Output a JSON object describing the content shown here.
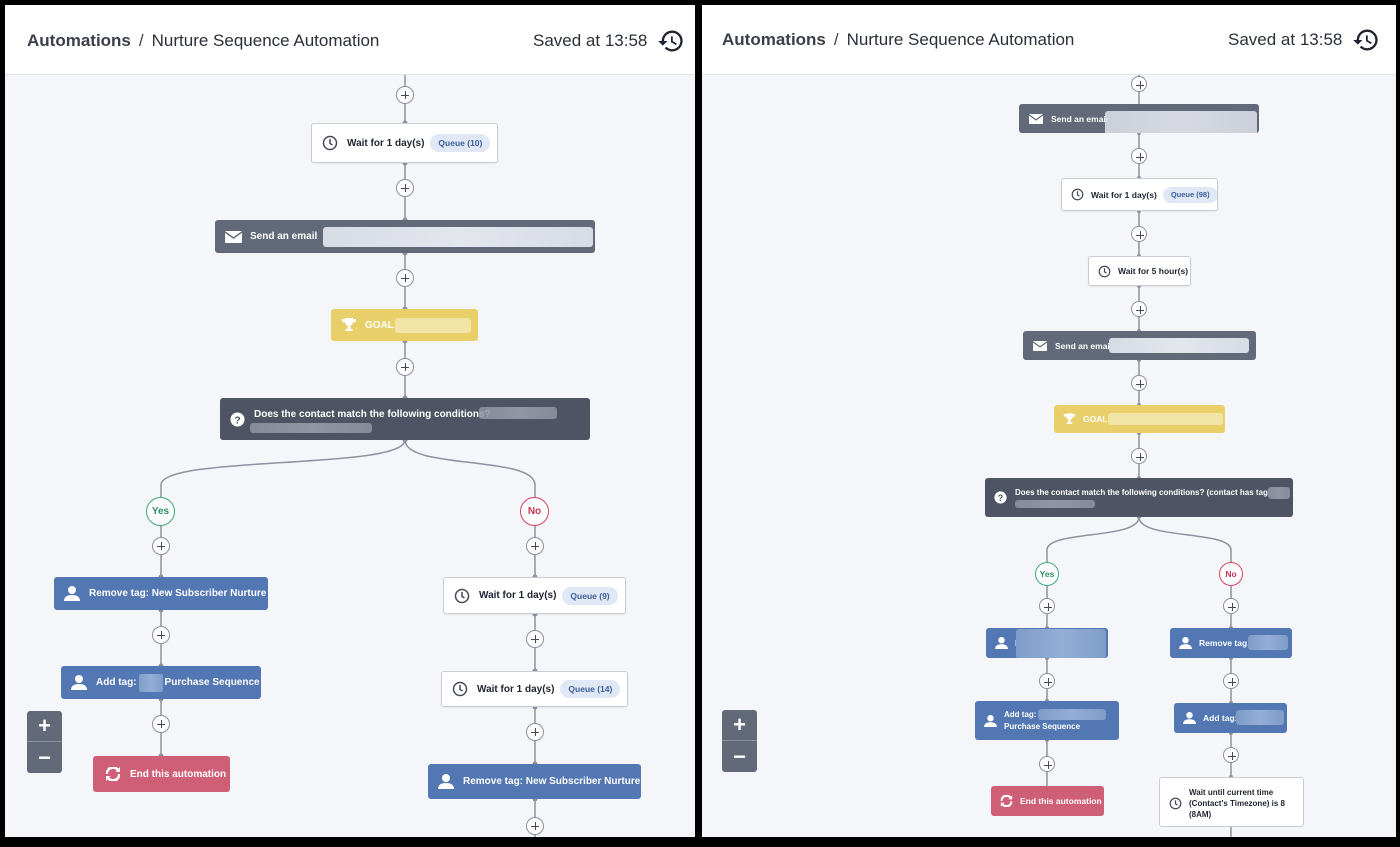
{
  "header": {
    "breadcrumb_root": "Automations",
    "breadcrumb_separator": "/",
    "breadcrumb_current": "Nurture Sequence Automation",
    "saved_text": "Saved at 13:58",
    "history_icon": "history-icon"
  },
  "zoom": {
    "in_label": "+",
    "out_label": "−"
  },
  "left": {
    "wait_1": {
      "label": "Wait for 1 day(s)",
      "queue": "Queue (10)"
    },
    "email_1": {
      "label": "Send an email"
    },
    "goal": {
      "label": "GOAL:"
    },
    "condition": {
      "label": "Does the contact match the following conditions?"
    },
    "yes_label": "Yes",
    "no_label": "No",
    "yes_remove_tag": {
      "label": "Remove tag: New Subscriber Nurture"
    },
    "yes_add_tag": {
      "prefix": "Add tag:",
      "suffix": "Purchase Sequence"
    },
    "yes_end": {
      "label": "End this automation"
    },
    "no_wait_1": {
      "label": "Wait for 1 day(s)",
      "queue": "Queue (9)"
    },
    "no_wait_2": {
      "label": "Wait for 1 day(s)",
      "queue": "Queue (14)"
    },
    "no_remove_tag": {
      "label": "Remove tag: New Subscriber Nurture"
    }
  },
  "right": {
    "email_top": {
      "label": "Send an email"
    },
    "wait_1": {
      "label": "Wait for 1 day(s)",
      "queue": "Queue (98)"
    },
    "wait_5h": {
      "label": "Wait for 5 hour(s)"
    },
    "email_2": {
      "label": "Send an email"
    },
    "goal": {
      "label": "GOAL:"
    },
    "condition": {
      "label": "Does the contact match the following conditions? (contact has tag"
    },
    "yes_label": "Yes",
    "no_label": "No",
    "yes_tag_1": {
      "label": "R"
    },
    "yes_add_tag": {
      "prefix": "Add tag:",
      "suffix": "Purchase Sequence"
    },
    "yes_end": {
      "label": "End this automation"
    },
    "no_remove_tag": {
      "label": "Remove tag:"
    },
    "no_add_tag": {
      "label": "Add tag:"
    },
    "no_wait_until": {
      "line1": "Wait until current time",
      "line2": "(Contact's Timezone) is 8",
      "line3": "(8AM)"
    }
  },
  "colors": {
    "wait_bg": "#ffffff",
    "email_bg": "#626978",
    "goal_bg": "#e9cf6a",
    "condition_bg": "#4e5463",
    "tag_bg": "#5277b2",
    "end_bg": "#cf5f77",
    "yes": "#3ea77a",
    "no": "#d9425f"
  }
}
